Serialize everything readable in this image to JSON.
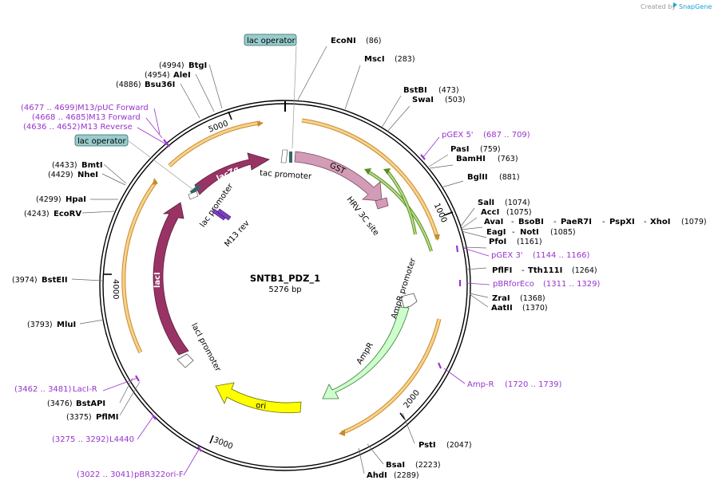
{
  "header": {
    "created_by": "Created by",
    "brand": "SnapGene"
  },
  "plasmid": {
    "name": "SNTB1_PDZ_1",
    "size": "5276 bp"
  },
  "ticks": [
    "1000",
    "2000",
    "3000",
    "4000",
    "5000"
  ],
  "sites": [
    {
      "name": "EcoNI",
      "pos": "(86)"
    },
    {
      "name": "MscI",
      "pos": "(283)"
    },
    {
      "name": "BstBI",
      "pos": "(473)"
    },
    {
      "name": "SwaI",
      "pos": "(503)"
    },
    {
      "name": "PasI",
      "pos": "(759)"
    },
    {
      "name": "BamHI",
      "pos": "(763)"
    },
    {
      "name": "BglII",
      "pos": "(881)"
    },
    {
      "name": "SalI",
      "pos": "(1074)"
    },
    {
      "name": "AccI",
      "pos": "(1075)"
    },
    {
      "name": "AvaI",
      "pos": ""
    },
    {
      "name": "BsoBI",
      "pos": ""
    },
    {
      "name": "PaeR7I",
      "pos": ""
    },
    {
      "name": "PspXI",
      "pos": ""
    },
    {
      "name": "XhoI",
      "pos": "(1079)"
    },
    {
      "name": "EagI",
      "pos": ""
    },
    {
      "name": "NotI",
      "pos": "(1085)"
    },
    {
      "name": "PfoI",
      "pos": "(1161)"
    },
    {
      "name": "PflFI",
      "pos": ""
    },
    {
      "name": "Tth111I",
      "pos": "(1264)"
    },
    {
      "name": "ZraI",
      "pos": "(1368)"
    },
    {
      "name": "AatII",
      "pos": "(1370)"
    },
    {
      "name": "PstI",
      "pos": "(2047)"
    },
    {
      "name": "BsaI",
      "pos": "(2223)"
    },
    {
      "name": "AhdI",
      "pos": "(2289)"
    },
    {
      "name": "PflMI",
      "pos": "(3375)"
    },
    {
      "name": "BstAPI",
      "pos": "(3476)"
    },
    {
      "name": "MluI",
      "pos": "(3793)"
    },
    {
      "name": "BstEII",
      "pos": "(3974)"
    },
    {
      "name": "EcoRV",
      "pos": "(4243)"
    },
    {
      "name": "HpaI",
      "pos": "(4299)"
    },
    {
      "name": "NheI",
      "pos": "(4429)"
    },
    {
      "name": "BmtI",
      "pos": "(4433)"
    },
    {
      "name": "Bsu36I",
      "pos": "(4886)"
    },
    {
      "name": "AleI",
      "pos": "(4954)"
    },
    {
      "name": "BtgI",
      "pos": "(4994)"
    }
  ],
  "primers": [
    {
      "name": "pGEX 5'",
      "range": "(687 .. 709)"
    },
    {
      "name": "pGEX 3'",
      "range": "(1144 .. 1166)"
    },
    {
      "name": "pBRforEco",
      "range": "(1311 .. 1329)"
    },
    {
      "name": "Amp-R",
      "range": "(1720 .. 1739)"
    },
    {
      "name": "LacI-R",
      "range": "(3462 .. 3481)"
    },
    {
      "name": "L4440",
      "range": "(3275 .. 3292)"
    },
    {
      "name": "pBR322ori-F",
      "range": "(3022 .. 3041)"
    },
    {
      "name": "M13/pUC Forward",
      "range": "(4677 .. 4699)"
    },
    {
      "name": "M13 Forward",
      "range": "(4668 .. 4685)"
    },
    {
      "name": "M13 Reverse",
      "range": "(4636 .. 4652)"
    }
  ],
  "features": {
    "lac_operator_top": "lac operator",
    "lac_operator_left": "lac operator",
    "tac_promoter": "tac promoter",
    "gst": "GST",
    "hrv": "HRV 3C site",
    "lacz": "lacZα",
    "lac_promoter": "lac promoter",
    "m13_rev": "M13 rev",
    "laci": "lacI",
    "laci_promoter": "lacI promoter",
    "ampr_promoter": "AmpR promoter",
    "ampr": "AmpR",
    "ori": "ori"
  },
  "colors": {
    "backbone": "#000000",
    "orf_arc": "#f6c36a",
    "gst": "#d29bb6",
    "lac": "#993366",
    "ori": "#ffff00",
    "ampr": "#ccffcc",
    "hrv_arc": "#8bc34a",
    "primer": "#9933cc",
    "lac_operator_box": "#99cccc",
    "tac_box": "#336666",
    "brand": "#1a9fd8"
  }
}
